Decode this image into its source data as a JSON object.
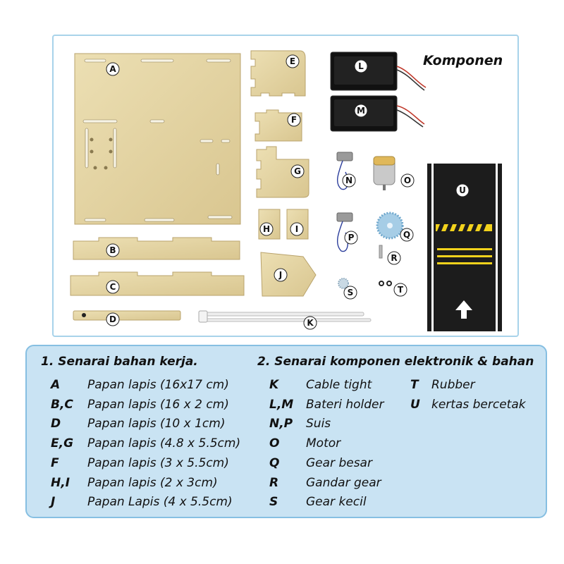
{
  "heading": "Komponen",
  "labels": {
    "A": "A",
    "B": "B",
    "C": "C",
    "D": "D",
    "E": "E",
    "F": "F",
    "G": "G",
    "H": "H",
    "I": "I",
    "J": "J",
    "K": "K",
    "L": "L",
    "M": "M",
    "N": "N",
    "O": "O",
    "P": "P",
    "Q": "Q",
    "R": "R",
    "S": "S",
    "T": "T",
    "U": "U"
  },
  "section1": {
    "title": "1. Senarai bahan kerja.",
    "rows": [
      {
        "key": "A",
        "desc": "Papan lapis (16x17 cm)"
      },
      {
        "key": "B,C",
        "desc": "Papan lapis (16 x 2 cm)"
      },
      {
        "key": "D",
        "desc": "Papan lapis (10 x 1cm)"
      },
      {
        "key": "E,G",
        "desc": "Papan lapis (4.8 x 5.5cm)"
      },
      {
        "key": "F",
        "desc": "Papan lapis (3 x 5.5cm)"
      },
      {
        "key": "H,I",
        "desc": "Papan lapis (2 x 3cm)"
      },
      {
        "key": "J",
        "desc": "Papan Lapis (4 x 5.5cm)"
      }
    ]
  },
  "section2": {
    "title": "2. Senarai komponen elektronik & bahan",
    "rows": [
      {
        "key": "K",
        "desc": "Cable tight"
      },
      {
        "key": "L,M",
        "desc": "Bateri holder"
      },
      {
        "key": "N,P",
        "desc": "Suis"
      },
      {
        "key": "O",
        "desc": "Motor"
      },
      {
        "key": "Q",
        "desc": "Gear besar"
      },
      {
        "key": "R",
        "desc": "Gandar gear"
      },
      {
        "key": "S",
        "desc": "Gear kecil"
      }
    ],
    "rows_extra": [
      {
        "key": "T",
        "desc": "Rubber"
      },
      {
        "key": "U",
        "desc": "kertas bercetak"
      }
    ]
  },
  "colors": {
    "plywood": "#e6d7a8",
    "plywood_edge": "#b9a36c",
    "panel_border": "#a8d3ea",
    "list_bg": "#c9e3f3",
    "list_border": "#86bfe2",
    "track": "#1c1c1c",
    "track_yellow": "#f2d21c"
  }
}
